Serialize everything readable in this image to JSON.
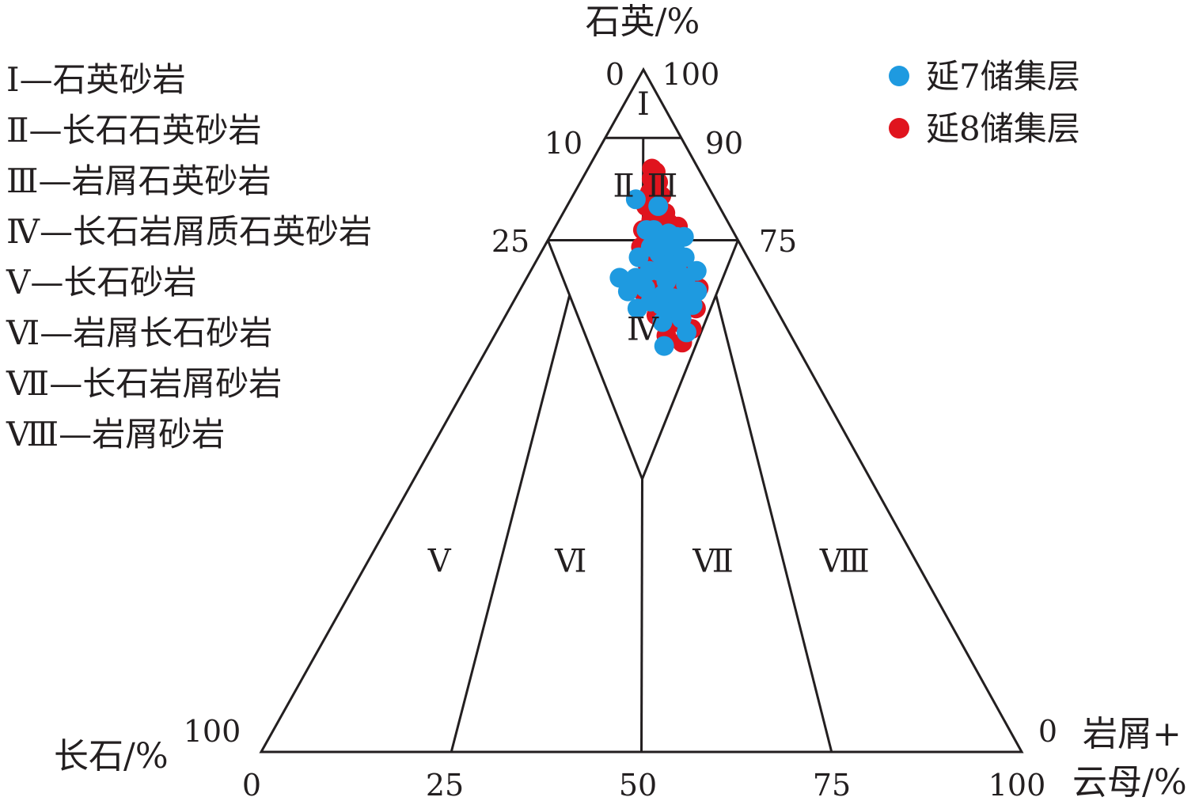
{
  "chart_data": {
    "type": "ternary-scatter",
    "axes": {
      "top_title": "石英/%",
      "left_title": "长石/%",
      "right_title_line1": "岩屑+",
      "right_title_line2": "云母/%"
    },
    "apex_labels": {
      "top_left": "0",
      "top_right": "100",
      "bottom_left_apex": "100",
      "bottom_right_apex": "0"
    },
    "left_ticks": [
      {
        "q": 90,
        "label": "10"
      },
      {
        "q": 75,
        "label": "25"
      }
    ],
    "right_ticks": [
      {
        "q": 90,
        "label": "90"
      },
      {
        "q": 75,
        "label": "75"
      }
    ],
    "bottom_ticks": [
      {
        "r": 0,
        "label": "0"
      },
      {
        "r": 25,
        "label": "25"
      },
      {
        "r": 50,
        "label": "50"
      },
      {
        "r": 75,
        "label": "75"
      },
      {
        "r": 100,
        "label": "100"
      }
    ],
    "zones": [
      {
        "id": "I",
        "label": "Ⅰ",
        "name": "石英砂岩",
        "q": 95,
        "r": 50
      },
      {
        "id": "II",
        "label": "Ⅱ",
        "name": "长石石英砂岩",
        "q": 83,
        "r": 35
      },
      {
        "id": "III",
        "label": "Ⅲ",
        "name": "岩屑石英砂岩",
        "q": 83,
        "r": 65
      },
      {
        "id": "IV",
        "label": "Ⅳ",
        "name": "长石岩屑质石英砂岩",
        "q": 62,
        "r": 50
      },
      {
        "id": "V",
        "label": "Ⅴ",
        "name": "长石砂岩",
        "q": 28,
        "r": 13
      },
      {
        "id": "VI",
        "label": "Ⅵ",
        "name": "岩屑长石砂岩",
        "q": 28,
        "r": 37
      },
      {
        "id": "VII",
        "label": "Ⅶ",
        "name": "长石岩屑砂岩",
        "q": 28,
        "r": 63
      },
      {
        "id": "VIII",
        "label": "Ⅷ",
        "name": "岩屑砂岩",
        "q": 28,
        "r": 87
      }
    ],
    "zone_separator": "—",
    "series": [
      {
        "name": "延7储集层",
        "color": "#1e9ae0",
        "points": [
          {
            "q": 81.0,
            "r": 45
          },
          {
            "q": 80.0,
            "r": 60
          },
          {
            "q": 76.5,
            "r": 52
          },
          {
            "q": 76.5,
            "r": 56
          },
          {
            "q": 76.0,
            "r": 64
          },
          {
            "q": 75.5,
            "r": 68
          },
          {
            "q": 75.5,
            "r": 72
          },
          {
            "q": 75.0,
            "r": 60
          },
          {
            "q": 74.0,
            "r": 54
          },
          {
            "q": 74.0,
            "r": 66
          },
          {
            "q": 73.0,
            "r": 58
          },
          {
            "q": 73.0,
            "r": 63
          },
          {
            "q": 72.5,
            "r": 70
          },
          {
            "q": 72.5,
            "r": 48
          },
          {
            "q": 71.5,
            "r": 62
          },
          {
            "q": 70.5,
            "r": 74
          },
          {
            "q": 70.5,
            "r": 53
          },
          {
            "q": 70.5,
            "r": 57
          },
          {
            "q": 70.0,
            "r": 66
          },
          {
            "q": 69.5,
            "r": 40
          },
          {
            "q": 69.5,
            "r": 47
          },
          {
            "q": 69.0,
            "r": 60
          },
          {
            "q": 68.5,
            "r": 68
          },
          {
            "q": 68.0,
            "r": 51
          },
          {
            "q": 67.5,
            "r": 72
          },
          {
            "q": 67.5,
            "r": 44
          },
          {
            "q": 67.0,
            "r": 58
          },
          {
            "q": 66.5,
            "r": 62
          },
          {
            "q": 66.0,
            "r": 53
          },
          {
            "q": 66.0,
            "r": 66
          },
          {
            "q": 65.5,
            "r": 57
          },
          {
            "q": 65.5,
            "r": 69
          },
          {
            "q": 65.0,
            "r": 48
          },
          {
            "q": 64.5,
            "r": 61
          },
          {
            "q": 63.5,
            "r": 64
          },
          {
            "q": 63.0,
            "r": 57
          },
          {
            "q": 61.5,
            "r": 65
          },
          {
            "q": 59.5,
            "r": 57
          }
        ]
      },
      {
        "name": "延8储集层",
        "color": "#e0141e",
        "points": [
          {
            "q": 85.5,
            "r": 58
          },
          {
            "q": 85.0,
            "r": 61
          },
          {
            "q": 84.0,
            "r": 57
          },
          {
            "q": 83.5,
            "r": 62
          },
          {
            "q": 82.0,
            "r": 55
          },
          {
            "q": 81.5,
            "r": 63
          },
          {
            "q": 81.0,
            "r": 59
          },
          {
            "q": 80.0,
            "r": 52
          },
          {
            "q": 79.5,
            "r": 57
          },
          {
            "q": 79.0,
            "r": 64
          },
          {
            "q": 78.5,
            "r": 60
          },
          {
            "q": 78.0,
            "r": 55
          },
          {
            "q": 77.5,
            "r": 65
          },
          {
            "q": 77.0,
            "r": 70
          },
          {
            "q": 76.5,
            "r": 50
          },
          {
            "q": 75.5,
            "r": 58
          },
          {
            "q": 74.5,
            "r": 63
          },
          {
            "q": 74.0,
            "r": 49
          },
          {
            "q": 73.5,
            "r": 56
          },
          {
            "q": 72.5,
            "r": 60
          },
          {
            "q": 72.0,
            "r": 67
          },
          {
            "q": 71.5,
            "r": 52
          },
          {
            "q": 70.5,
            "r": 70
          },
          {
            "q": 69.5,
            "r": 63
          },
          {
            "q": 68.5,
            "r": 55
          },
          {
            "q": 68.0,
            "r": 73
          },
          {
            "q": 67.5,
            "r": 50
          },
          {
            "q": 67.0,
            "r": 65
          },
          {
            "q": 66.0,
            "r": 59
          },
          {
            "q": 65.0,
            "r": 70
          },
          {
            "q": 64.0,
            "r": 55
          },
          {
            "q": 63.0,
            "r": 62
          },
          {
            "q": 62.0,
            "r": 67
          },
          {
            "q": 61.0,
            "r": 58
          },
          {
            "q": 60.0,
            "r": 63
          }
        ]
      }
    ],
    "legend_placement": "top-right"
  },
  "colors": {
    "line": "#231f20",
    "series_1": "#1e9ae0",
    "series_2": "#e0141e"
  }
}
